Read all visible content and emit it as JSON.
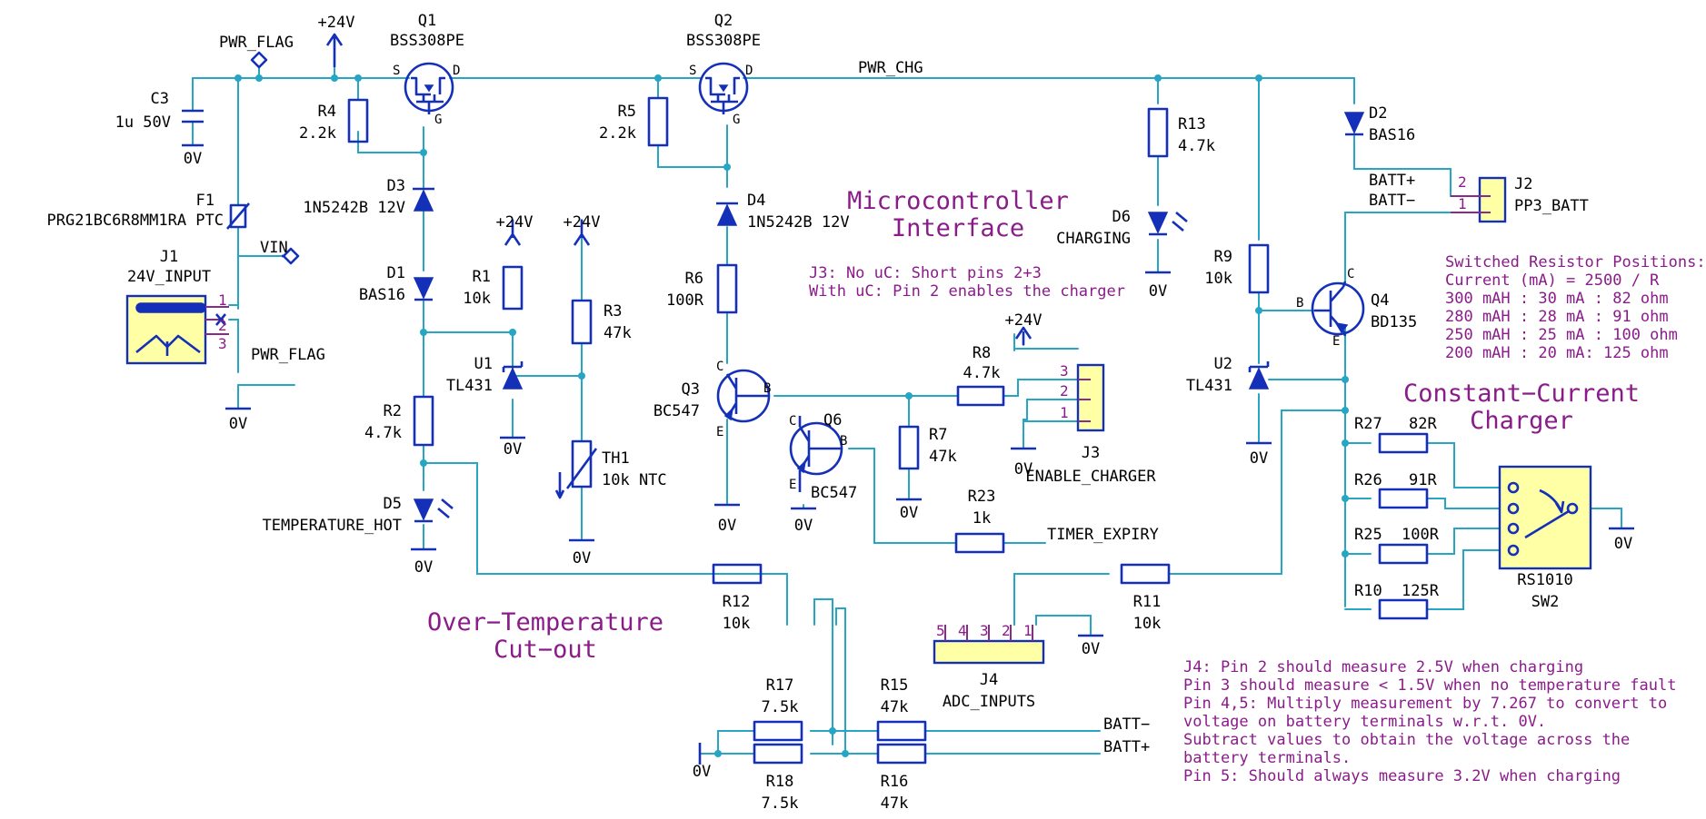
{
  "labels": {
    "pwr_flag": "PWR_FLAG",
    "plus24v": "+24V",
    "zero_v": "0V",
    "vin": "VIN",
    "pwr_chg": "PWR_CHG",
    "batt_plus": "BATT+",
    "batt_minus": "BATT−",
    "timer_expiry": "TIMER_EXPIRY",
    "pin_s": "S",
    "pin_d": "D",
    "pin_g": "G",
    "pin_b": "B",
    "pin_c": "C",
    "pin_e": "E",
    "pin_1": "1",
    "pin_2": "2",
    "pin_3": "3",
    "pin_4": "4",
    "pin_5": "5"
  },
  "components": {
    "c3": {
      "ref": "C3",
      "value": "1u 50V"
    },
    "f1": {
      "ref": "F1",
      "value": "PRG21BC6R8MM1RA PTC"
    },
    "j1": {
      "ref": "J1",
      "value": "24V_INPUT"
    },
    "q1": {
      "ref": "Q1",
      "value": "BSS308PE"
    },
    "r4": {
      "ref": "R4",
      "value": "2.2k"
    },
    "d3": {
      "ref": "D3",
      "value": "1N5242B 12V"
    },
    "d1": {
      "ref": "D1",
      "value": "BAS16"
    },
    "r1": {
      "ref": "R1",
      "value": "10k"
    },
    "r3": {
      "ref": "R3",
      "value": "47k"
    },
    "u1": {
      "ref": "U1",
      "value": "TL431"
    },
    "r2": {
      "ref": "R2",
      "value": "4.7k"
    },
    "th1": {
      "ref": "TH1",
      "value": "10k NTC"
    },
    "d5": {
      "ref": "D5",
      "value": "TEMPERATURE_HOT"
    },
    "q2": {
      "ref": "Q2",
      "value": "BSS308PE"
    },
    "r5": {
      "ref": "R5",
      "value": "2.2k"
    },
    "d4": {
      "ref": "D4",
      "value": "1N5242B 12V"
    },
    "r6": {
      "ref": "R6",
      "value": "100R"
    },
    "q3": {
      "ref": "Q3",
      "value": "BC547"
    },
    "q6": {
      "ref": "Q6",
      "value": "BC547"
    },
    "r8": {
      "ref": "R8",
      "value": "4.7k"
    },
    "r7": {
      "ref": "R7",
      "value": "47k"
    },
    "r23": {
      "ref": "R23",
      "value": "1k"
    },
    "j3": {
      "ref": "J3",
      "value": "ENABLE_CHARGER"
    },
    "r12": {
      "ref": "R12",
      "value": "10k"
    },
    "r11": {
      "ref": "R11",
      "value": "10k"
    },
    "j4": {
      "ref": "J4",
      "value": "ADC_INPUTS"
    },
    "r17": {
      "ref": "R17",
      "value": "7.5k"
    },
    "r15": {
      "ref": "R15",
      "value": "47k"
    },
    "r18": {
      "ref": "R18",
      "value": "7.5k"
    },
    "r16": {
      "ref": "R16",
      "value": "47k"
    },
    "r13": {
      "ref": "R13",
      "value": "4.7k"
    },
    "d6": {
      "ref": "D6",
      "value": "CHARGING"
    },
    "r9": {
      "ref": "R9",
      "value": "10k"
    },
    "u2": {
      "ref": "U2",
      "value": "TL431"
    },
    "d2": {
      "ref": "D2",
      "value": "BAS16"
    },
    "j2": {
      "ref": "J2",
      "value": "PP3_BATT"
    },
    "q4": {
      "ref": "Q4",
      "value": "BD135"
    },
    "r27": {
      "ref": "R27",
      "value": "82R"
    },
    "r26": {
      "ref": "R26",
      "value": "91R"
    },
    "r25": {
      "ref": "R25",
      "value": "100R"
    },
    "r10": {
      "ref": "R10",
      "value": "125R"
    },
    "sw2": {
      "ref": "SW2",
      "value": "RS1010"
    }
  },
  "sections": {
    "micro_line1": "Microcontroller",
    "micro_line2": "Interface",
    "overtemp_line1": "Over−Temperature",
    "overtemp_line2": "Cut−out",
    "cc_line1": "Constant−Current",
    "cc_line2": "Charger"
  },
  "notes": {
    "j3": [
      "J3: No uC: Short pins 2+3",
      "With uC: Pin 2 enables the charger"
    ],
    "resistor_positions": [
      "Switched Resistor Positions:",
      "Current (mA) = 2500 / R",
      "300 mAH : 30 mA : 82 ohm",
      "280 mAH : 28 mA : 91 ohm",
      "250 mAH : 25 mA : 100 ohm",
      "200 mAH : 20 mA:  125 ohm"
    ],
    "j4": [
      "J4: Pin 2 should measure 2.5V when charging",
      "Pin 3 should measure < 1.5V when no temperature fault",
      "Pin 4,5: Multiply measurement by 7.267 to convert to",
      "voltage on battery terminals w.r.t. 0V.",
      "Subtract values to obtain the voltage across the",
      "battery terminals.",
      "Pin 5: Should always measure 3.2V when charging"
    ]
  },
  "colors": {
    "wire": "#27a5c4",
    "component": "#1530b8",
    "connector_fill": "#ffffa6",
    "note_text": "#8a1c8a"
  }
}
